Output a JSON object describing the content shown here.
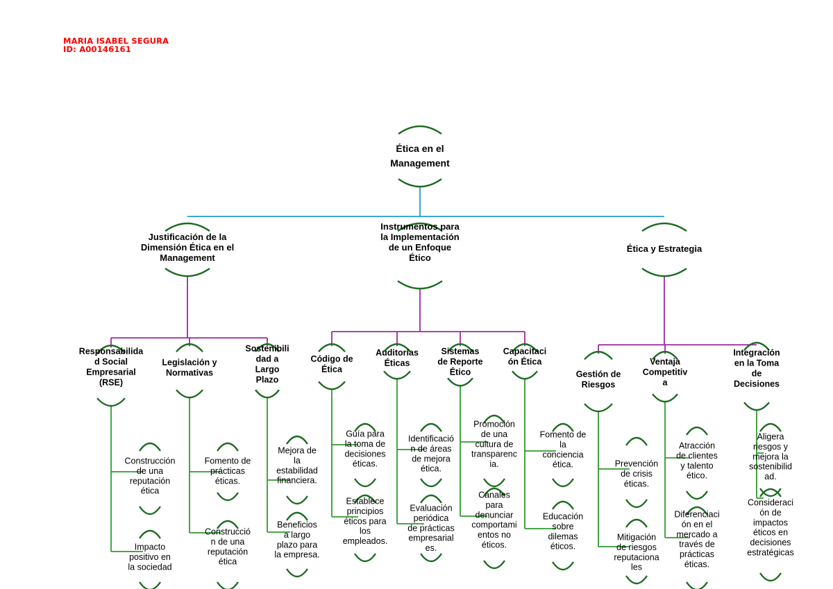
{
  "author": {
    "name": "MARIA ISABEL SEGURA",
    "id": "ID: A00146161"
  },
  "colors": {
    "root_connector": "#1f9bd6",
    "branch_connector": "#9b2aa0",
    "leaf_connector": "#2f9a2f",
    "bracket": "#1e6b22",
    "author_text": "#ff0000"
  },
  "tree": {
    "root": {
      "lines": [
        "Ética en el",
        "Management"
      ]
    },
    "branches": [
      {
        "lines": [
          "Justificación de la",
          "Dimensión Ética en el",
          "Management"
        ],
        "children": [
          {
            "lines": [
              "Responsabilida",
              "d Social",
              "Empresarial",
              "(RSE)"
            ],
            "items": [
              {
                "lines": [
                  "Construcción",
                  "de una",
                  "reputación",
                  "ética"
                ]
              },
              {
                "lines": [
                  "Impacto",
                  "positivo en",
                  "la sociedad"
                ]
              }
            ]
          },
          {
            "lines": [
              "Legislación y",
              "Normativas"
            ],
            "items": [
              {
                "lines": [
                  "Fomento de",
                  "prácticas",
                  "éticas."
                ]
              },
              {
                "lines": [
                  "Construcció",
                  "n de una",
                  "reputación",
                  "ética"
                ]
              }
            ]
          },
          {
            "lines": [
              "Sostenibili",
              "dad a",
              "Largo",
              "Plazo"
            ],
            "items": [
              {
                "lines": [
                  "Mejora de",
                  "la",
                  "estabilidad",
                  "financiera."
                ]
              },
              {
                "lines": [
                  "Beneficios",
                  "a largo",
                  "plazo para",
                  "la empresa."
                ]
              }
            ]
          }
        ]
      },
      {
        "lines": [
          "Instrumentos para",
          "la Implementación",
          "de un Enfoque",
          "Ético"
        ],
        "children": [
          {
            "lines": [
              "Código de",
              "Ética"
            ],
            "items": [
              {
                "lines": [
                  "Guía para",
                  "la toma de",
                  "decisiones",
                  "éticas."
                ]
              },
              {
                "lines": [
                  "Establece",
                  "principios",
                  "éticos para",
                  "los",
                  "empleados."
                ]
              }
            ]
          },
          {
            "lines": [
              "Auditorías",
              "Éticas"
            ],
            "items": [
              {
                "lines": [
                  "Identificació",
                  "n de áreas",
                  "de mejora",
                  "ética."
                ]
              },
              {
                "lines": [
                  "Evaluación",
                  "periódica",
                  "de prácticas",
                  "empresarial",
                  "es."
                ]
              }
            ]
          },
          {
            "lines": [
              "Sistemas",
              "de Reporte",
              "Ético"
            ],
            "items": [
              {
                "lines": [
                  "Promoción",
                  "de una",
                  "cultura de",
                  "transparenc",
                  "ia."
                ]
              },
              {
                "lines": [
                  "Canales",
                  "para",
                  "denunciar",
                  "comportami",
                  "entos no",
                  "éticos."
                ]
              }
            ]
          },
          {
            "lines": [
              "Capacitaci",
              "ón Ética"
            ],
            "items": [
              {
                "lines": [
                  "Fomento de",
                  "la",
                  "conciencia",
                  "ética."
                ]
              },
              {
                "lines": [
                  "Educación",
                  "sobre",
                  "dilemas",
                  "éticos."
                ]
              }
            ]
          }
        ]
      },
      {
        "lines": [
          "Ética y Estrategia"
        ],
        "children": [
          {
            "lines": [
              "Gestión de",
              "Riesgos"
            ],
            "items": [
              {
                "lines": [
                  "Prevención",
                  "de crisis",
                  "éticas."
                ]
              },
              {
                "lines": [
                  "Mitigación",
                  "de riesgos",
                  "reputaciona",
                  "les"
                ]
              }
            ]
          },
          {
            "lines": [
              "Ventaja",
              "Competitiv",
              "a"
            ],
            "items": [
              {
                "lines": [
                  "Atracción",
                  "de clientes",
                  "y talento",
                  "ético."
                ]
              },
              {
                "lines": [
                  "Diferenciaci",
                  "ón en el",
                  "mercado a",
                  "través de",
                  "prácticas",
                  "éticas."
                ]
              }
            ]
          },
          {
            "lines": [
              "Integración",
              "en la Toma",
              "de",
              "Decisiones"
            ],
            "items": [
              {
                "lines": [
                  "Aligera",
                  "riesgos y",
                  "mejora la",
                  "sostenibilid",
                  "ad."
                ]
              },
              {
                "lines": [
                  "Consideraci",
                  "ón de",
                  "impactos",
                  "éticos en",
                  "decisiones",
                  "estratégicas"
                ]
              }
            ]
          }
        ]
      }
    ]
  }
}
